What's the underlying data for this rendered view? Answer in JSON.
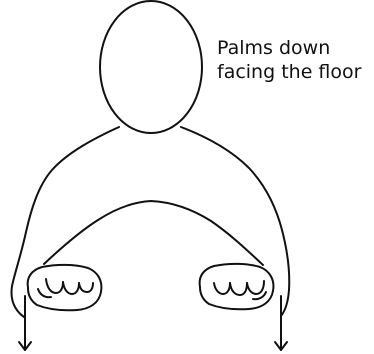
{
  "caption": {
    "line1": "Palms down",
    "line2": "facing the floor"
  },
  "figure": {
    "parts": [
      "head",
      "shoulders-torso",
      "left-fist",
      "right-fist",
      "left-down-arrow",
      "right-down-arrow"
    ],
    "stroke_color": "#111111"
  }
}
